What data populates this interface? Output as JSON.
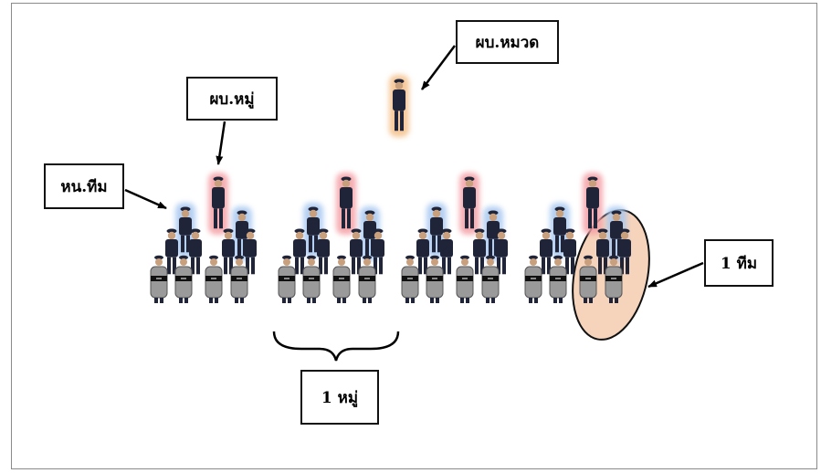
{
  "labels": {
    "platoon_leader": "ผบ.หมวด",
    "squad_leader": "ผบ.หมู่",
    "team_leader": "หน.ทีม",
    "one_team": "1 ทีม",
    "one_squad": "1 หมู่"
  },
  "structure": {
    "squads": 4,
    "squad_leaders_per_squad": 1,
    "team_leaders_per_squad": 2,
    "teams_per_squad": 2,
    "officers_per_team": 4,
    "shield_bearers_per_team": 2
  },
  "colors": {
    "platoon_halo": "#f4c08a",
    "squad_leader_halo": "#f4a0a6",
    "team_leader_halo": "#a8c8f0",
    "team_ellipse_fill": "#f6d3bb",
    "uniform": "#1f2438",
    "shield_body": "#9a9a9a",
    "shield_band": "#111111"
  }
}
